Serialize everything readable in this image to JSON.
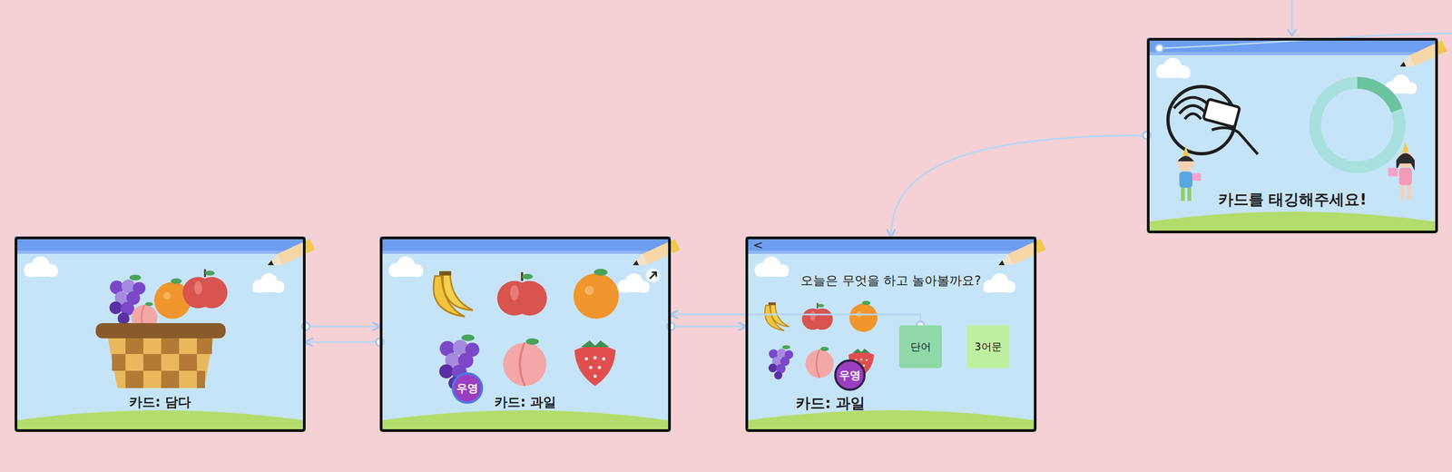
{
  "diagram": {
    "nodes": [
      {
        "text": [
          "카드: 담다"
        ]
      },
      {
        "text": [
          "카드: 과일"
        ]
      },
      {
        "text": [
          "우영"
        ],
        "in": 1
      },
      {
        "text": [
          "오늘은 무엇을 하고 놀아볼까요?",
          "카드: 과일"
        ]
      },
      {
        "text": [
          "단어"
        ],
        "in": 3
      },
      {
        "text": [
          "3어문"
        ],
        "in": 3
      },
      {
        "text": [
          "우영"
        ],
        "in": 3
      },
      {
        "text": [
          "카드를 태깅해주세요!"
        ]
      }
    ],
    "edges": [
      {
        "from": 0,
        "to": 1,
        "arrow": "to"
      },
      {
        "from": 1,
        "to": 0,
        "arrow": "to"
      },
      {
        "from": 1,
        "to": 3,
        "arrow": "to"
      },
      {
        "from": 4,
        "to": 1,
        "arrow": "to"
      },
      {
        "from": 7,
        "to": 3,
        "arrow": "to"
      }
    ],
    "labels": [
      "<"
    ]
  }
}
